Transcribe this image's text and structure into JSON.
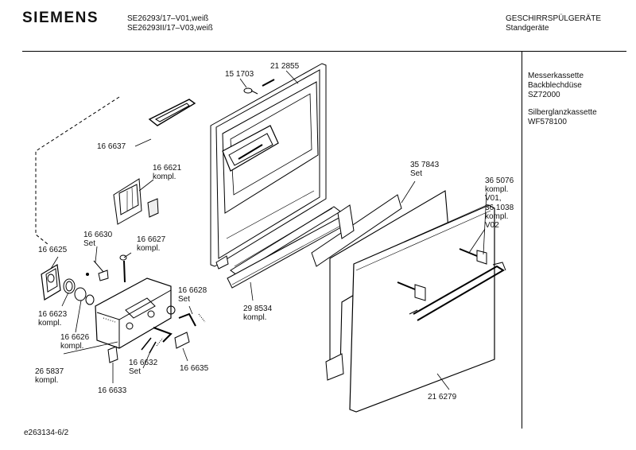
{
  "header": {
    "brand": "SIEMENS",
    "model_line_1": "SE26293/17–V01,weiß",
    "model_line_2": "SE26293II/17–V03,weiß",
    "category_1": "GESCHIRRSPÜLGERÄTE",
    "category_2": "Standgeräte"
  },
  "side_notes": {
    "line_1": "Messerkassette",
    "line_2": "Backblechdüse",
    "line_3": "SZ72000",
    "line_4": "Silberglanzkassette",
    "line_5": "WF578100"
  },
  "parts": {
    "p151703": "15 1703",
    "p212855": "21 2855",
    "p166637": "16 6637",
    "p166621": "16 6621",
    "p166621_sub": "kompl.",
    "p166630": "16 6630",
    "p166630_sub": "Set",
    "p166627": "16 6627",
    "p166627_sub": "kompl.",
    "p166625": "16 6625",
    "p166623": "16 6623",
    "p166623_sub": "kompl.",
    "p166626": "16 6626",
    "p166626_sub": "kompl.",
    "p265837": "26 5837",
    "p265837_sub": "kompl.",
    "p166633": "16 6633",
    "p166628": "16 6628",
    "p166628_sub": "Set",
    "p166632": "16 6632",
    "p166632_sub": "Set",
    "p166635": "16 6635",
    "p298534": "29 8534",
    "p298534_sub": "kompl.",
    "p357843": "35 7843",
    "p357843_sub": "Set",
    "p365076": "36 5076",
    "p365076_sub1": "kompl.",
    "p365076_sub2": "V01,",
    "p361038": "36 1038",
    "p361038_sub1": "kompl.",
    "p361038_sub2": "V02",
    "p216279": "21 6279"
  },
  "footer": {
    "drawing_id": "e263134-6/2"
  }
}
